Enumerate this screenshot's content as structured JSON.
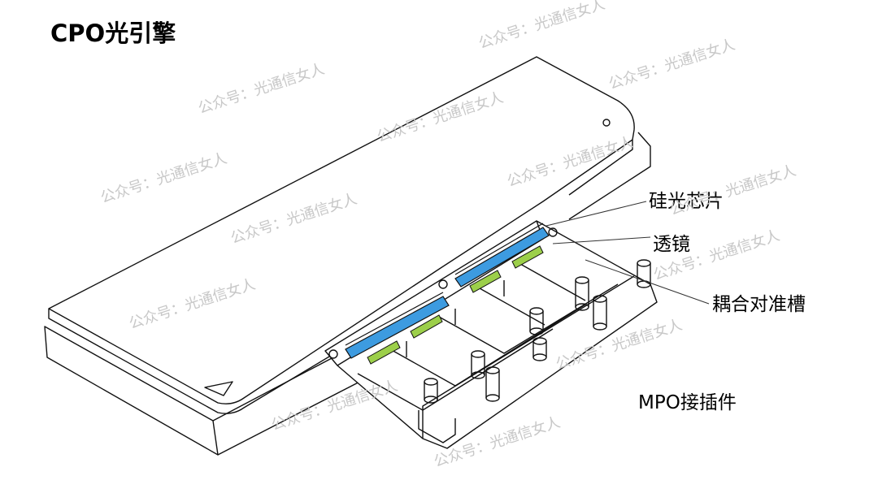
{
  "title": "CPO光引擎",
  "labels": {
    "chip": "硅光芯片",
    "lens": "透镜",
    "groove": "耦合对准槽",
    "connector": "MPO接插件"
  },
  "watermark": "公众号：光通信女人",
  "colors": {
    "fiber_blue": "#3d9be0",
    "lens_green": "#9ccf4a",
    "line": "#111111",
    "watermark": "#c8c8c8"
  }
}
